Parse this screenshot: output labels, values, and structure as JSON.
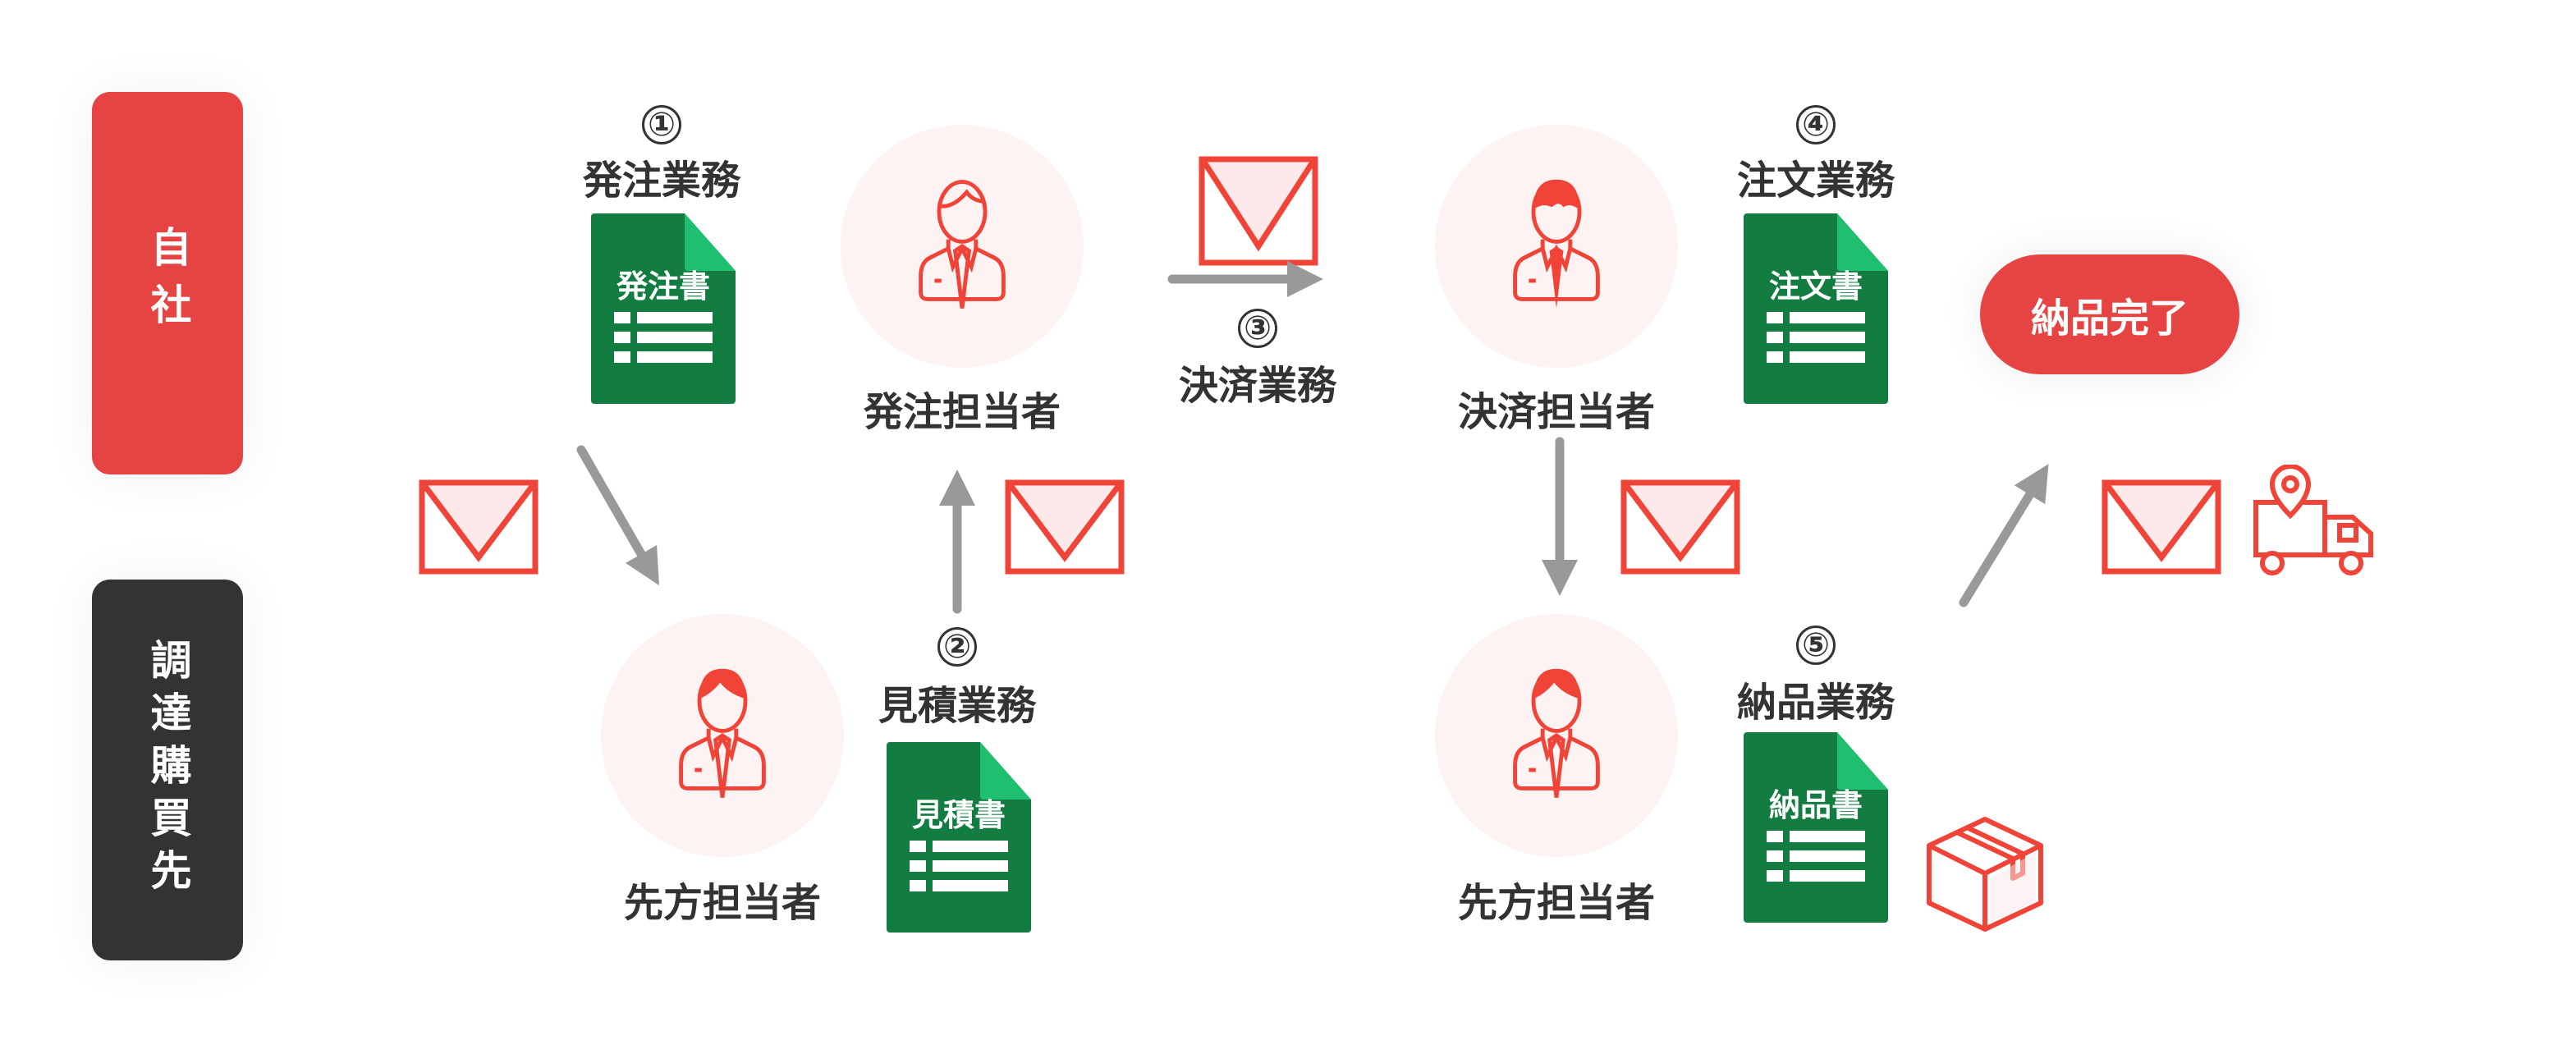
{
  "lanes": {
    "own_company": "自社",
    "supplier": "調達購買先"
  },
  "steps": [
    {
      "num": "①",
      "label": "発注業務",
      "doc": "発注書"
    },
    {
      "num": "②",
      "label": "見積業務",
      "doc": "見積書"
    },
    {
      "num": "③",
      "label": "決済業務"
    },
    {
      "num": "④",
      "label": "注文業務",
      "doc": "注文書"
    },
    {
      "num": "⑤",
      "label": "納品業務",
      "doc": "納品書"
    }
  ],
  "people": {
    "order_person": "発注担当者",
    "settlement_person": "決済担当者",
    "supplier_person_1": "先方担当者",
    "supplier_person_2": "先方担当者"
  },
  "complete": "納品完了",
  "colors": {
    "red": "#e64343",
    "dark": "#333333",
    "green": "#127c41",
    "light_green": "#1fbf6f",
    "arrow": "#999999"
  }
}
